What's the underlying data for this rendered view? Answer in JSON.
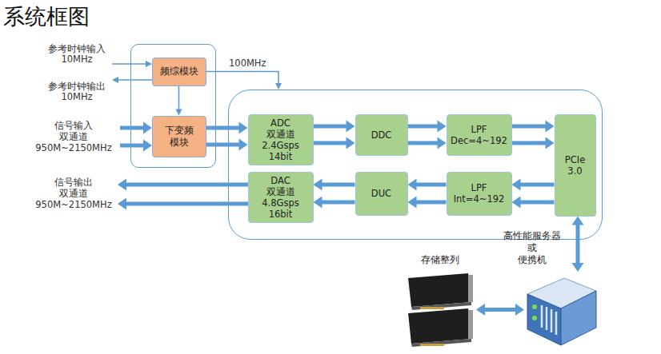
{
  "diagram": {
    "title": "系统框图",
    "nodes": [
      {
        "text": []
      },
      {
        "text": [
          "频综模块"
        ],
        "in": 0
      },
      {
        "text": [
          "下变频模块"
        ],
        "in": 0
      },
      {
        "text": []
      },
      {
        "text": [
          "ADC",
          "双通道",
          "2.4Gsps 14bit"
        ],
        "in": 3
      },
      {
        "text": [
          "DDC"
        ],
        "in": 3
      },
      {
        "text": [
          "LPF",
          "Dec=4~192"
        ],
        "in": 3
      },
      {
        "text": [
          "PCIe",
          "3.0"
        ],
        "in": 3
      },
      {
        "text": [
          "DAC",
          "双通道",
          "4.8Gsps 16bit"
        ],
        "in": 3
      },
      {
        "text": [
          "DUC"
        ],
        "in": 3
      },
      {
        "text": [
          "LPF",
          "Int=4~192"
        ],
        "in": 3
      },
      {
        "text": [
          "存储整列"
        ]
      },
      {
        "text": [
          "高性能服务器",
          "或",
          "便携机"
        ]
      }
    ],
    "edges": [
      {
        "from": 1,
        "to": 2,
        "arrow": "to"
      },
      {
        "from": 1,
        "to": 3,
        "label": "100MHz",
        "arrow": "to"
      },
      {
        "from": 2,
        "to": 4,
        "arrow": "to"
      },
      {
        "from": 2,
        "to": 4,
        "arrow": "to"
      },
      {
        "from": 4,
        "to": 5,
        "arrow": "to"
      },
      {
        "from": 4,
        "to": 5,
        "arrow": "to"
      },
      {
        "from": 5,
        "to": 6,
        "arrow": "to"
      },
      {
        "from": 5,
        "to": 6,
        "arrow": "to"
      },
      {
        "from": 6,
        "to": 7,
        "arrow": "to"
      },
      {
        "from": 6,
        "to": 7,
        "arrow": "to"
      },
      {
        "from": 7,
        "to": 10,
        "arrow": "to"
      },
      {
        "from": 7,
        "to": 10,
        "arrow": "to"
      },
      {
        "from": 10,
        "to": 9,
        "arrow": "to"
      },
      {
        "from": 10,
        "to": 9,
        "arrow": "to"
      },
      {
        "from": 9,
        "to": 8,
        "arrow": "to"
      },
      {
        "from": 9,
        "to": 8,
        "arrow": "to"
      },
      {
        "from": 7,
        "to": 12,
        "arrow": "both"
      },
      {
        "from": 12,
        "to": 11,
        "arrow": "both"
      }
    ],
    "labels": [
      "参考时钟输入",
      "10MHz",
      "参考时钟输出",
      "10MHz",
      "信号输入",
      "双通道",
      "950M~2150MHz",
      "信号输出",
      "双通道",
      "950M~2150MHz"
    ]
  }
}
